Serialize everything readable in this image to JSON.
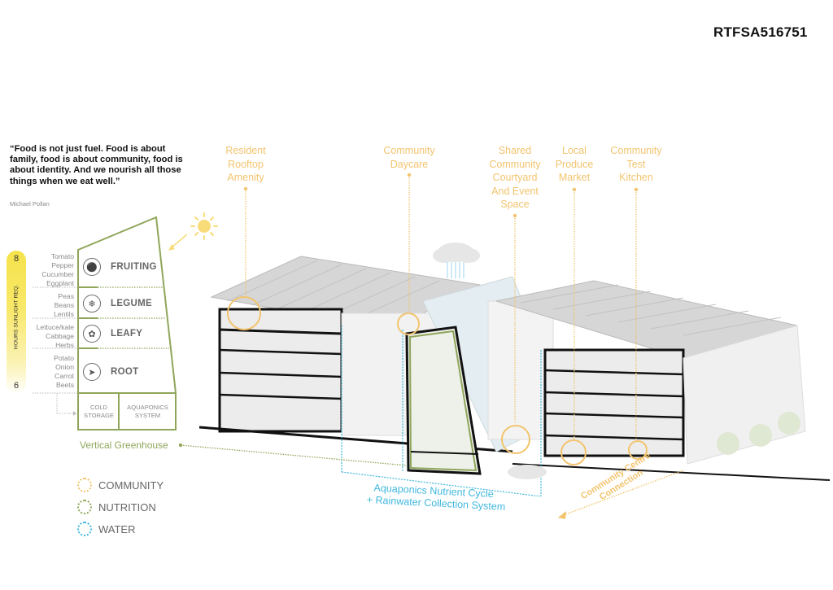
{
  "project_code": "RTFSA516751",
  "quote": {
    "text": "“Food is not just fuel. Food is about family, food is about community, food is about identity. And we nourish all those things when we eat well.”",
    "author": "Michael Pollan"
  },
  "sunlight_scale": {
    "label": "HOURS SUNLIGHT REQ.",
    "max": "8",
    "min": "6"
  },
  "crop_tiers": [
    {
      "label": "FRUITING",
      "icon": "eggplant-icon",
      "crops": [
        "Tomato",
        "Pepper",
        "Cucumber",
        "Eggplant"
      ]
    },
    {
      "label": "LEGUME",
      "icon": "pea-pod-icon",
      "crops": [
        "Peas",
        "Beans",
        "Lentils"
      ]
    },
    {
      "label": "LEAFY",
      "icon": "leaf-icon",
      "crops": [
        "Lettuce/kale",
        "Cabbage",
        "Herbs"
      ]
    },
    {
      "label": "ROOT",
      "icon": "carrot-icon",
      "crops": [
        "Potato",
        "Onion",
        "Carrot",
        "Beets"
      ]
    }
  ],
  "base_boxes": [
    {
      "line1": "COLD",
      "line2": "STORAGE"
    },
    {
      "line1": "AQUAPONICS",
      "line2": "SYSTEM"
    }
  ],
  "callouts": [
    {
      "lines": [
        "Resident",
        "Rooftop",
        "Amenity"
      ]
    },
    {
      "lines": [
        "Community",
        "Daycare"
      ]
    },
    {
      "lines": [
        "Shared",
        "Community",
        "Courtyard",
        "And Event",
        "Space"
      ]
    },
    {
      "lines": [
        "Local",
        "Produce",
        "Market"
      ]
    },
    {
      "lines": [
        "Community",
        "Test",
        "Kitchen"
      ]
    }
  ],
  "vertical_greenhouse_label": "Vertical Greenhouse",
  "aquaponics_label": {
    "line1": "Aquaponics Nutrient Cycle",
    "line2": "+ Rainwater Collection System"
  },
  "community_connection_label": {
    "line1": "Community Centre",
    "line2": "Connection"
  },
  "legend": [
    {
      "label": "COMMUNITY",
      "color": "#f2c46e"
    },
    {
      "label": "NUTRITION",
      "color": "#8fa65a"
    },
    {
      "label": "WATER",
      "color": "#3fb7de"
    }
  ],
  "colors": {
    "community": "#f2c46e",
    "nutrition": "#8fa65a",
    "water": "#3fb7de",
    "sun": "#f8dc7a"
  }
}
